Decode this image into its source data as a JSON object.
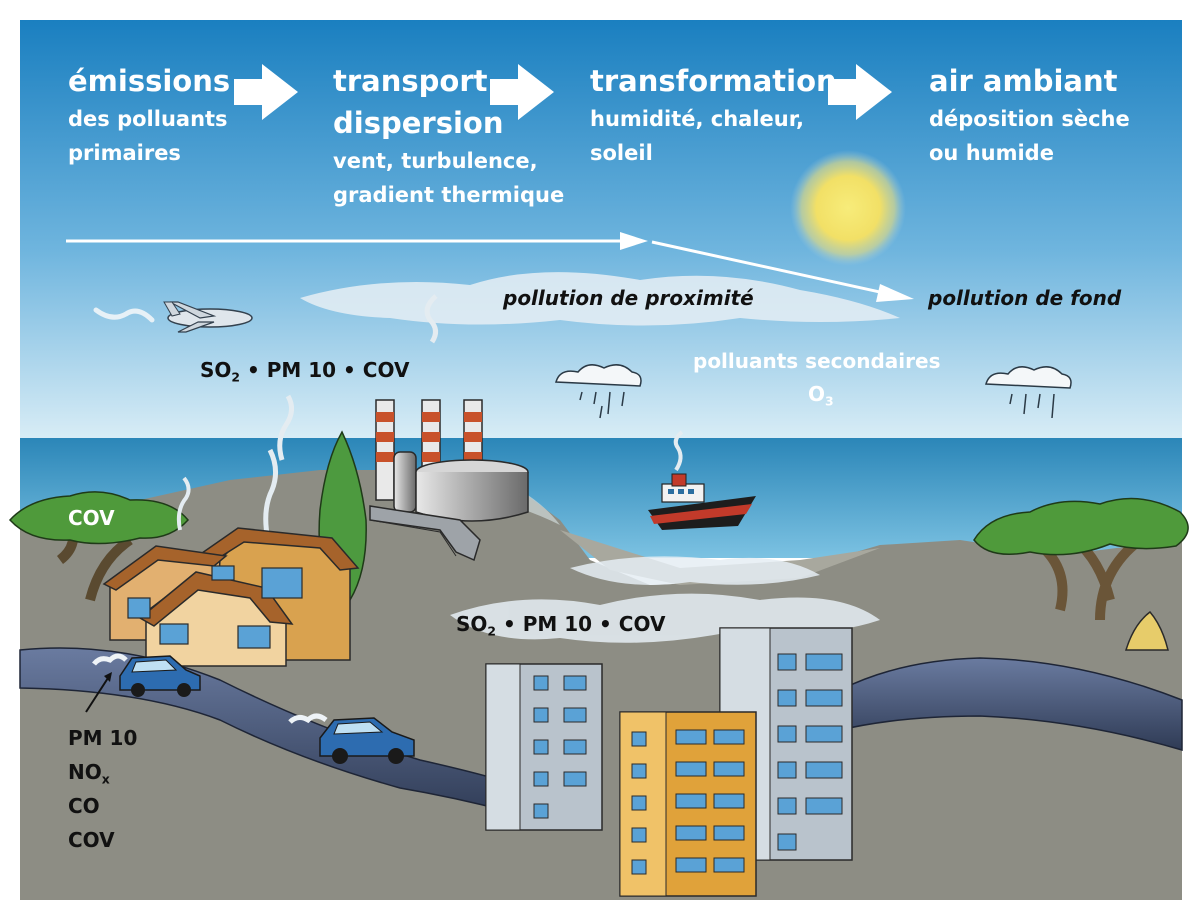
{
  "stages": [
    {
      "title": "émissions",
      "title2": "",
      "sub1": "des polluants",
      "sub2": "primaires"
    },
    {
      "title": "transport",
      "title2": "dispersion",
      "sub1": "vent, turbulence,",
      "sub2": "gradient thermique"
    },
    {
      "title": "transformation",
      "title2": "",
      "sub1": "humidité, chaleur,",
      "sub2": "soleil"
    },
    {
      "title": "air ambiant",
      "title2": "",
      "sub1": "déposition sèche",
      "sub2": "ou humide"
    }
  ],
  "labels": {
    "proximite": "pollution de proximité",
    "fond": "pollution de fond",
    "secondaires": "polluants secondaires",
    "o3_letter": "O",
    "o3_sub": "3",
    "factory_so": "SO",
    "factory_so_sub": "2",
    "factory_rest": " • PM 10 • COV",
    "city_so": "SO",
    "city_so_sub": "2",
    "city_rest": " • PM 10 • COV",
    "trees_cov": "COV",
    "car_pm": "PM 10",
    "car_no": "NO",
    "car_no_sub": "x",
    "car_co": "CO",
    "car_cov": "COV"
  },
  "colors": {
    "sky_top": "#1f86c4",
    "sky_bottom": "#cfe6f3",
    "sea": "#2f8fbf",
    "land": "#8e8e84",
    "road": "#3c4a66",
    "sun": "#f4e063",
    "tree": "#4f9a3b",
    "house": "#d9a24f",
    "building_orange": "#e2a33a",
    "building_grey": "#b8c2cc"
  }
}
